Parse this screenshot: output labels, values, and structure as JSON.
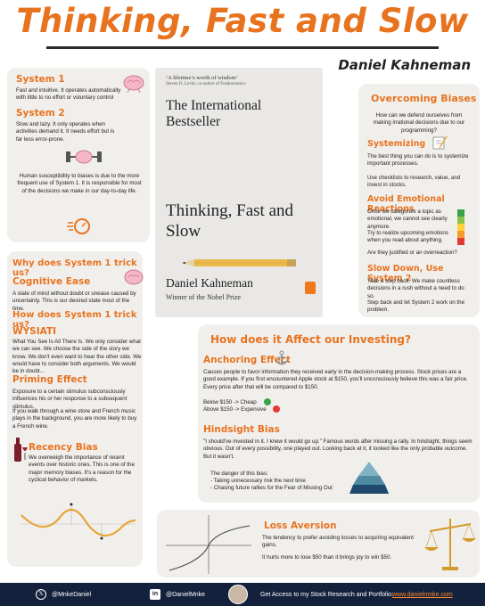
{
  "header": {
    "title": "Thinking, Fast and Slow",
    "author": "Daniel Kahneman"
  },
  "systems": {
    "s1_title": "System 1",
    "s1_text": "Fast and intuitive. It operates automatically with little to no effort or voluntary control",
    "s2_title": "System 2",
    "s2_text": "Slow and lazy. It only operates when activities demand it. It needs effort but is far less error-prone.",
    "summary": "Human susceptibility to biases is due to the more frequent use of System 1. It is responsible for most of the decisions we make in our day-to-day life."
  },
  "book": {
    "quote": "‘A lifetime’s worth of wisdom’",
    "quote_src": "Steven D. Levitt, co-author of Freakonomics",
    "headline": "The International Bestseller",
    "title": "Thinking, Fast and Slow",
    "author": "Daniel Kahneman",
    "subtitle": "Winner of the Nobel Prize"
  },
  "biases": {
    "title": "Overcoming Biases",
    "intro": "How can we defend ourselves from making irrational decisions due to our programming?",
    "systemizing_title": "Systemizing",
    "systemizing_text1": "The best thing you can do is to systemize important processes.",
    "systemizing_text2": "Use checklists to research, value, and invest in stocks.",
    "emotional_title": "Avoid Emotional Reactions",
    "emotional_text1": "Once we categorize a topic as emotional, we cannot see clearly anymore.",
    "emotional_text2": "Try to realize upcoming emotions when you read about anything.",
    "emotional_text3": "Are they justified or an overreaction?",
    "slow_title": "Slow Down, Use System 2",
    "slow_text1": "Take a step back. We make countless decisions in a rush without a need to do so.",
    "slow_text2": "Step back and let System 2 work on the problem."
  },
  "trick": {
    "why_title": "Why does System 1 trick us?",
    "cog_title": "Cognitive Ease",
    "cog_text": "A state of mind without doubt or unease caused by uncertainty. This is our desired state most of the time.",
    "how_title": "How does System 1 trick us?",
    "wysiati_title": "WYSIATI",
    "wysiati_text": "What You See Is All There Is. We only consider what we can see. We choose the side of the story we know. We don't even want to hear the other side. We would have to consider both arguments. We would be in doubt...",
    "priming_title": "Priming Effect",
    "priming_text1": "Exposure to a certain stimulus subconsciously influences his or her response to a subsequent stimulus.",
    "priming_text2": "If you walk through a wine store and French music plays in the background, you are more likely to buy a French wine.",
    "recency_title": "Recency Bias",
    "recency_text": "We overweigh the importance of recent events over historic ones. This is one of the major memory biases. It's a reason for the cyclical behavior of markets."
  },
  "investing": {
    "title": "How does it Affect our Investing?",
    "anchoring_title": "Anchoring Effect",
    "anchoring_text": "Causes people to favor information they received early in the decision-making process. Stock prices are a good example. If you first encountered Apple stock at $150, you'll unconsciously believe this was a fair price. Every price after that will be compared to $150.",
    "below": "Below $150 -> Cheap",
    "above": "Above $150 -> Expensive",
    "hindsight_title": "Hindsight Bias",
    "hindsight_text": "\"I should've invested in it. I knew it would go up.\" Famous words after missing a rally. In hindsight, things seem obvious. Out of every possibility, one played out. Looking back at it, it looked like the only probable outcome. But it wasn't.",
    "danger_title": "The danger of this bias:",
    "danger_1": "- Taking unnecessary risk the next time",
    "danger_2": "- Chasing future rallies for the Fear of Missing Out"
  },
  "loss": {
    "title": "Loss Aversion",
    "text1": "The tendency to prefer avoiding losses to acquiring equivalent gains.",
    "text2": "It hurts more to lose $50 than it brings joy to win $50."
  },
  "footer": {
    "twitter": "@MnkeDaniel",
    "linkedin": "@DanielMnke",
    "cta": "Get Access to my Stock Research and Portfolio:",
    "url": "www.danielmnke.com"
  },
  "colors": {
    "accent": "#e8731f",
    "panel": "#f1efec",
    "footer": "#14213d"
  }
}
